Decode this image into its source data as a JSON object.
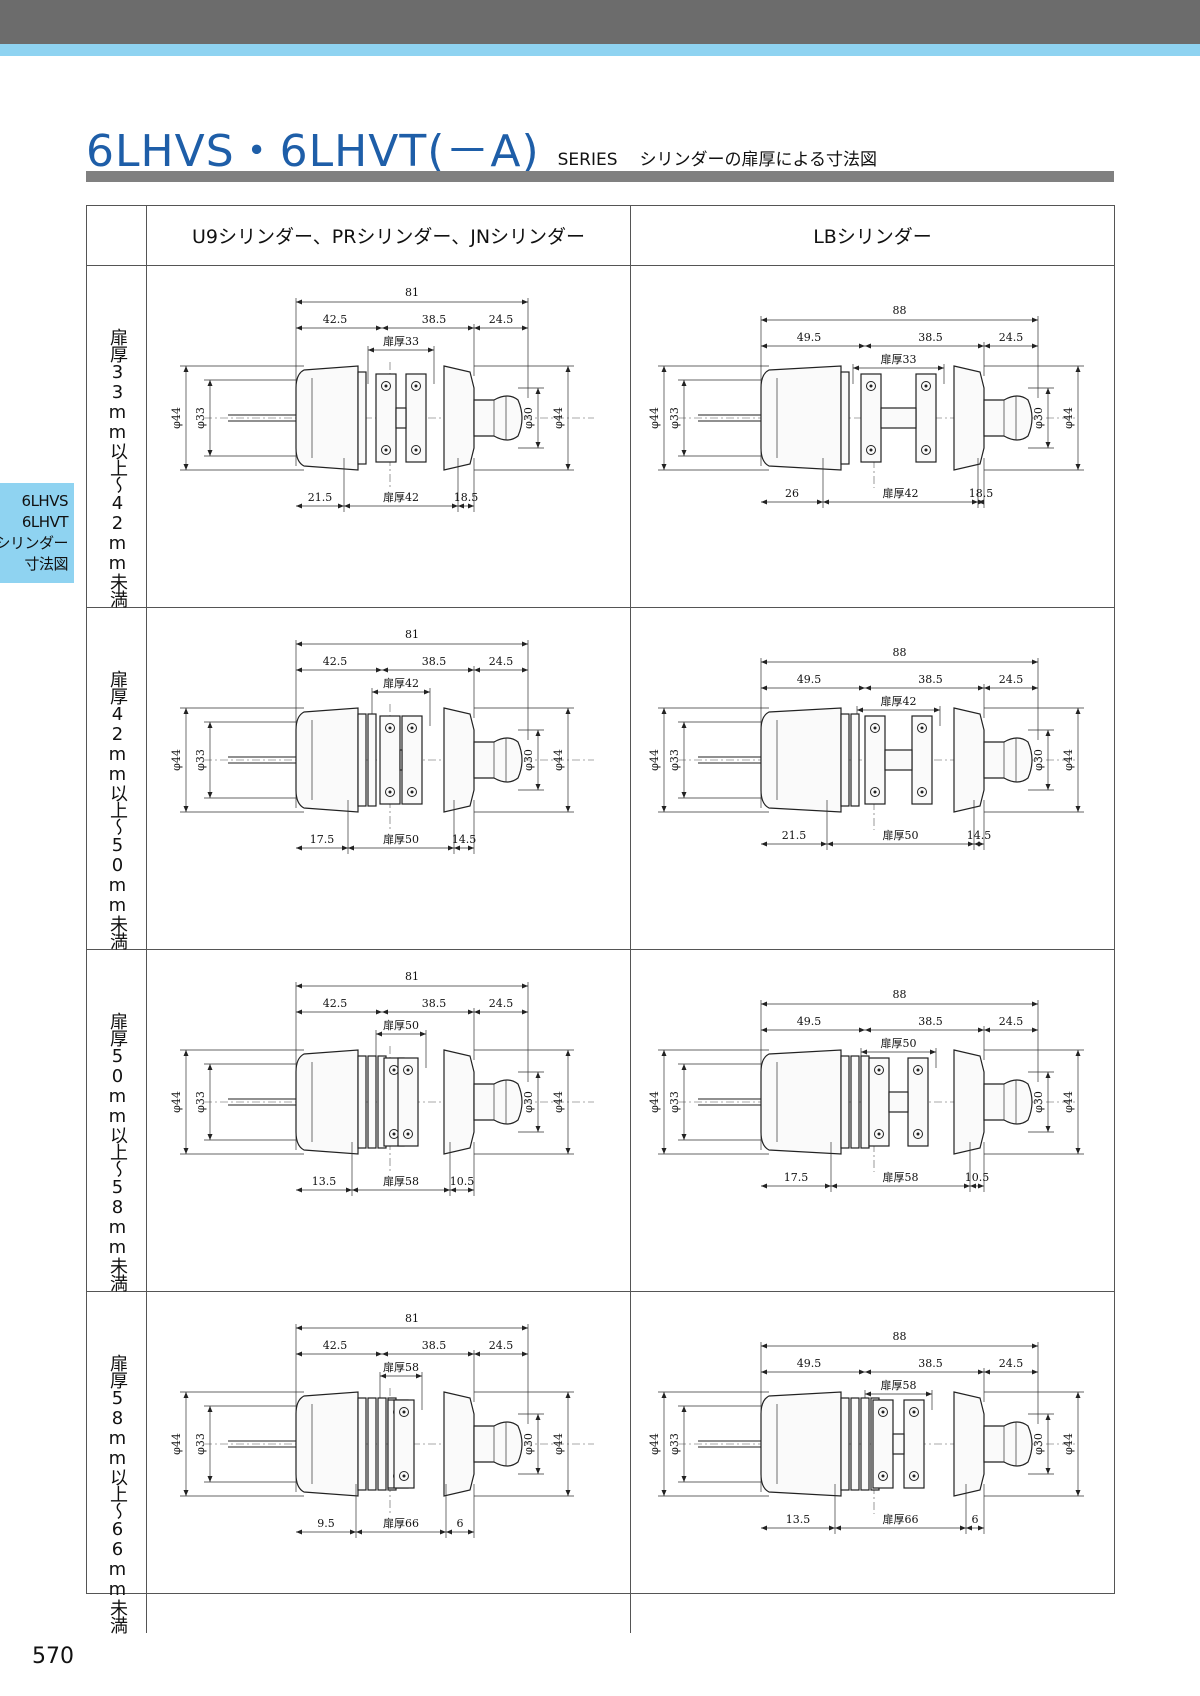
{
  "title": {
    "main": "6LHVS・6LHVT(－A)",
    "series": "SERIES",
    "subtitle": "シリンダーの扉厚による寸法図"
  },
  "side_tab": {
    "lines": [
      "6LHVS",
      "6LHVT",
      "シリンダー",
      "寸法図"
    ]
  },
  "columns": [
    "U9シリンダー、PRシリンダー、JNシリンダー",
    "LBシリンダー"
  ],
  "rows": [
    {
      "label": "扉厚33mm以上〜42mm未満",
      "u9": {
        "overall": "81",
        "left": "42.5",
        "right": "38.5",
        "knob": "24.5",
        "door": "扉厚33",
        "bottom_left": "21.5",
        "bottom_door": "扉厚42",
        "bottom_right": "18.5",
        "d_outer": "φ44",
        "d_inner": "φ33",
        "d_knob": "φ30",
        "d_knob_outer": "φ44"
      },
      "lb": {
        "overall": "88",
        "left": "49.5",
        "right": "38.5",
        "knob": "24.5",
        "door": "扉厚33",
        "bottom_left": "26",
        "bottom_door": "扉厚42",
        "bottom_right": "18.5",
        "d_outer": "φ44",
        "d_inner": "φ33",
        "d_knob": "φ30",
        "d_knob_outer": "φ44"
      }
    },
    {
      "label": "扉厚42mm以上〜50mm未満",
      "u9": {
        "overall": "81",
        "left": "42.5",
        "right": "38.5",
        "knob": "24.5",
        "door": "扉厚42",
        "bottom_left": "17.5",
        "bottom_door": "扉厚50",
        "bottom_right": "14.5",
        "d_outer": "φ44",
        "d_inner": "φ33",
        "d_knob": "φ30",
        "d_knob_outer": "φ44"
      },
      "lb": {
        "overall": "88",
        "left": "49.5",
        "right": "38.5",
        "knob": "24.5",
        "door": "扉厚42",
        "bottom_left": "21.5",
        "bottom_door": "扉厚50",
        "bottom_right": "14.5",
        "d_outer": "φ44",
        "d_inner": "φ33",
        "d_knob": "φ30",
        "d_knob_outer": "φ44"
      }
    },
    {
      "label": "扉厚50mm以上〜58mm未満",
      "u9": {
        "overall": "81",
        "left": "42.5",
        "right": "38.5",
        "knob": "24.5",
        "door": "扉厚50",
        "bottom_left": "13.5",
        "bottom_door": "扉厚58",
        "bottom_right": "10.5",
        "d_outer": "φ44",
        "d_inner": "φ33",
        "d_knob": "φ30",
        "d_knob_outer": "φ44"
      },
      "lb": {
        "overall": "88",
        "left": "49.5",
        "right": "38.5",
        "knob": "24.5",
        "door": "扉厚50",
        "bottom_left": "17.5",
        "bottom_door": "扉厚58",
        "bottom_right": "10.5",
        "d_outer": "φ44",
        "d_inner": "φ33",
        "d_knob": "φ30",
        "d_knob_outer": "φ44"
      }
    },
    {
      "label": "扉厚58mm以上〜66mm未満",
      "u9": {
        "overall": "81",
        "left": "42.5",
        "right": "38.5",
        "knob": "24.5",
        "door": "扉厚58",
        "bottom_left": "9.5",
        "bottom_door": "扉厚66",
        "bottom_right": "6",
        "d_outer": "φ44",
        "d_inner": "φ33",
        "d_knob": "φ30",
        "d_knob_outer": "φ44"
      },
      "lb": {
        "overall": "88",
        "left": "49.5",
        "right": "38.5",
        "knob": "24.5",
        "door": "扉厚58",
        "bottom_left": "13.5",
        "bottom_door": "扉厚66",
        "bottom_right": "6",
        "d_outer": "φ44",
        "d_inner": "φ33",
        "d_knob": "φ30",
        "d_knob_outer": "φ44"
      }
    }
  ],
  "page_number": "570"
}
